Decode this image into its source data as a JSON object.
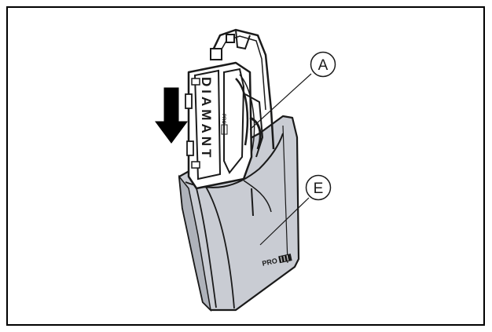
{
  "figure": {
    "callouts": [
      {
        "id": "A",
        "label": "A"
      },
      {
        "id": "E",
        "label": "E"
      }
    ],
    "device_label": "DIAMANT",
    "brand_clip": "PRO",
    "brand_case": "PRO"
  },
  "colors": {
    "outline": "#1a1a1a",
    "case_fill": "#c9ccd3",
    "case_shadow": "#aeb2ba",
    "frame": "#000000",
    "background": "#ffffff"
  },
  "icons": {
    "arrow": "down-arrow-icon"
  }
}
